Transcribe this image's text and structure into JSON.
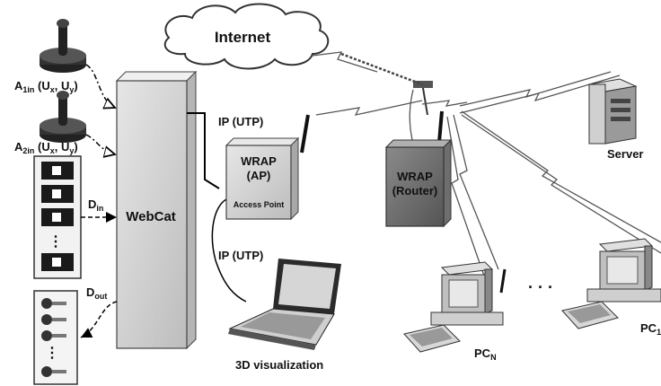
{
  "cloud": {
    "label": "Internet"
  },
  "inputs": {
    "a1": {
      "main": "A",
      "sub": "1in",
      "rest": " (U",
      "x": "x",
      "sep": ", U",
      "y": "y",
      "close": ")"
    },
    "a2": {
      "main": "A",
      "sub": "2in",
      "rest": " (U",
      "x": "x",
      "sep": ", U",
      "y": "y",
      "close": ")"
    },
    "din": {
      "main": "D",
      "sub": "in"
    },
    "dout": {
      "main": "D",
      "sub": "out"
    },
    "switch_dots": "⋮",
    "led_dots": "⋮"
  },
  "webcat": {
    "label": "WebCat"
  },
  "links": {
    "ip_top": "IP (UTP)",
    "ip_bottom": "IP (UTP)"
  },
  "wrap_ap": {
    "line1": "WRAP",
    "line2": "(AP)",
    "line3": "Access Point"
  },
  "wrap_router": {
    "line1": "WRAP",
    "line2": "(Router)"
  },
  "laptop": {
    "label": "3D visualization"
  },
  "server": {
    "label": "Server"
  },
  "pcs": {
    "pcn": {
      "main": "PC",
      "sub": "N"
    },
    "pc_right": {
      "main": "PC",
      "sub": "1"
    },
    "dots": "· · ·"
  },
  "colors": {
    "box_light": "#d9d9d9",
    "box_dark": "#9a9a9a",
    "dark": "#222222",
    "monitor": "#bfbfbf"
  }
}
